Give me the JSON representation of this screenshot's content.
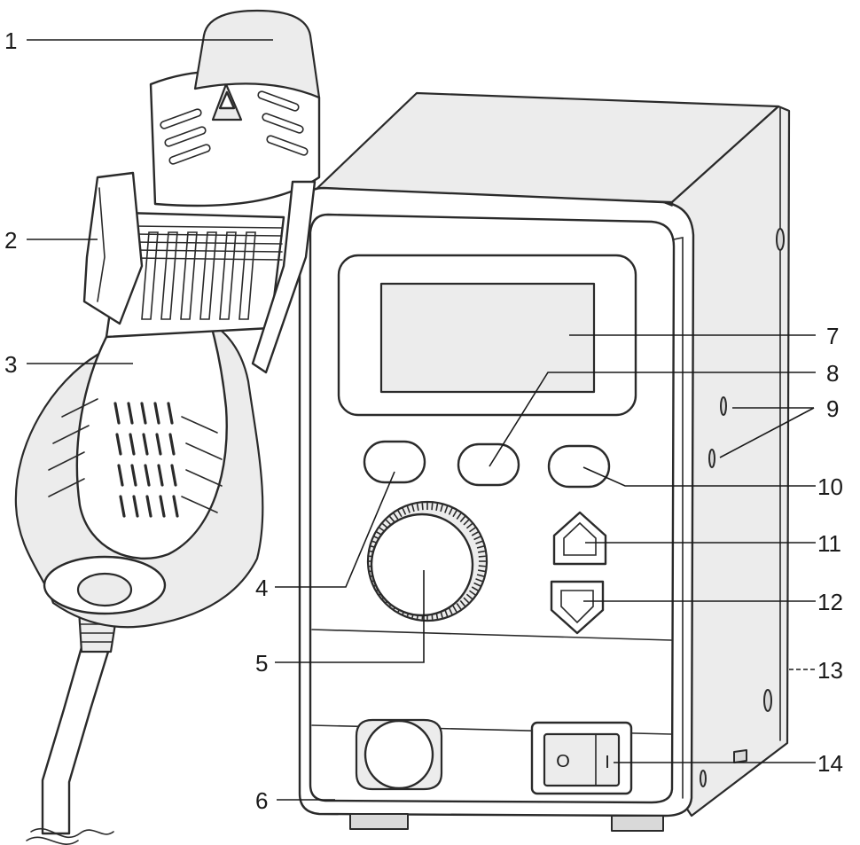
{
  "callouts": {
    "c1": "1",
    "c2": "2",
    "c3": "3",
    "c4": "4",
    "c5": "5",
    "c6": "6",
    "c7": "7",
    "c8": "8",
    "c9": "9",
    "c10": "10",
    "c11": "11",
    "c12": "12",
    "c13": "13",
    "c14": "14"
  },
  "power_switch": {
    "off_symbol": "O",
    "on_symbol": "I"
  },
  "colors": {
    "line": "#1a1a1a",
    "shade": "#ececec",
    "background": "#ffffff"
  }
}
